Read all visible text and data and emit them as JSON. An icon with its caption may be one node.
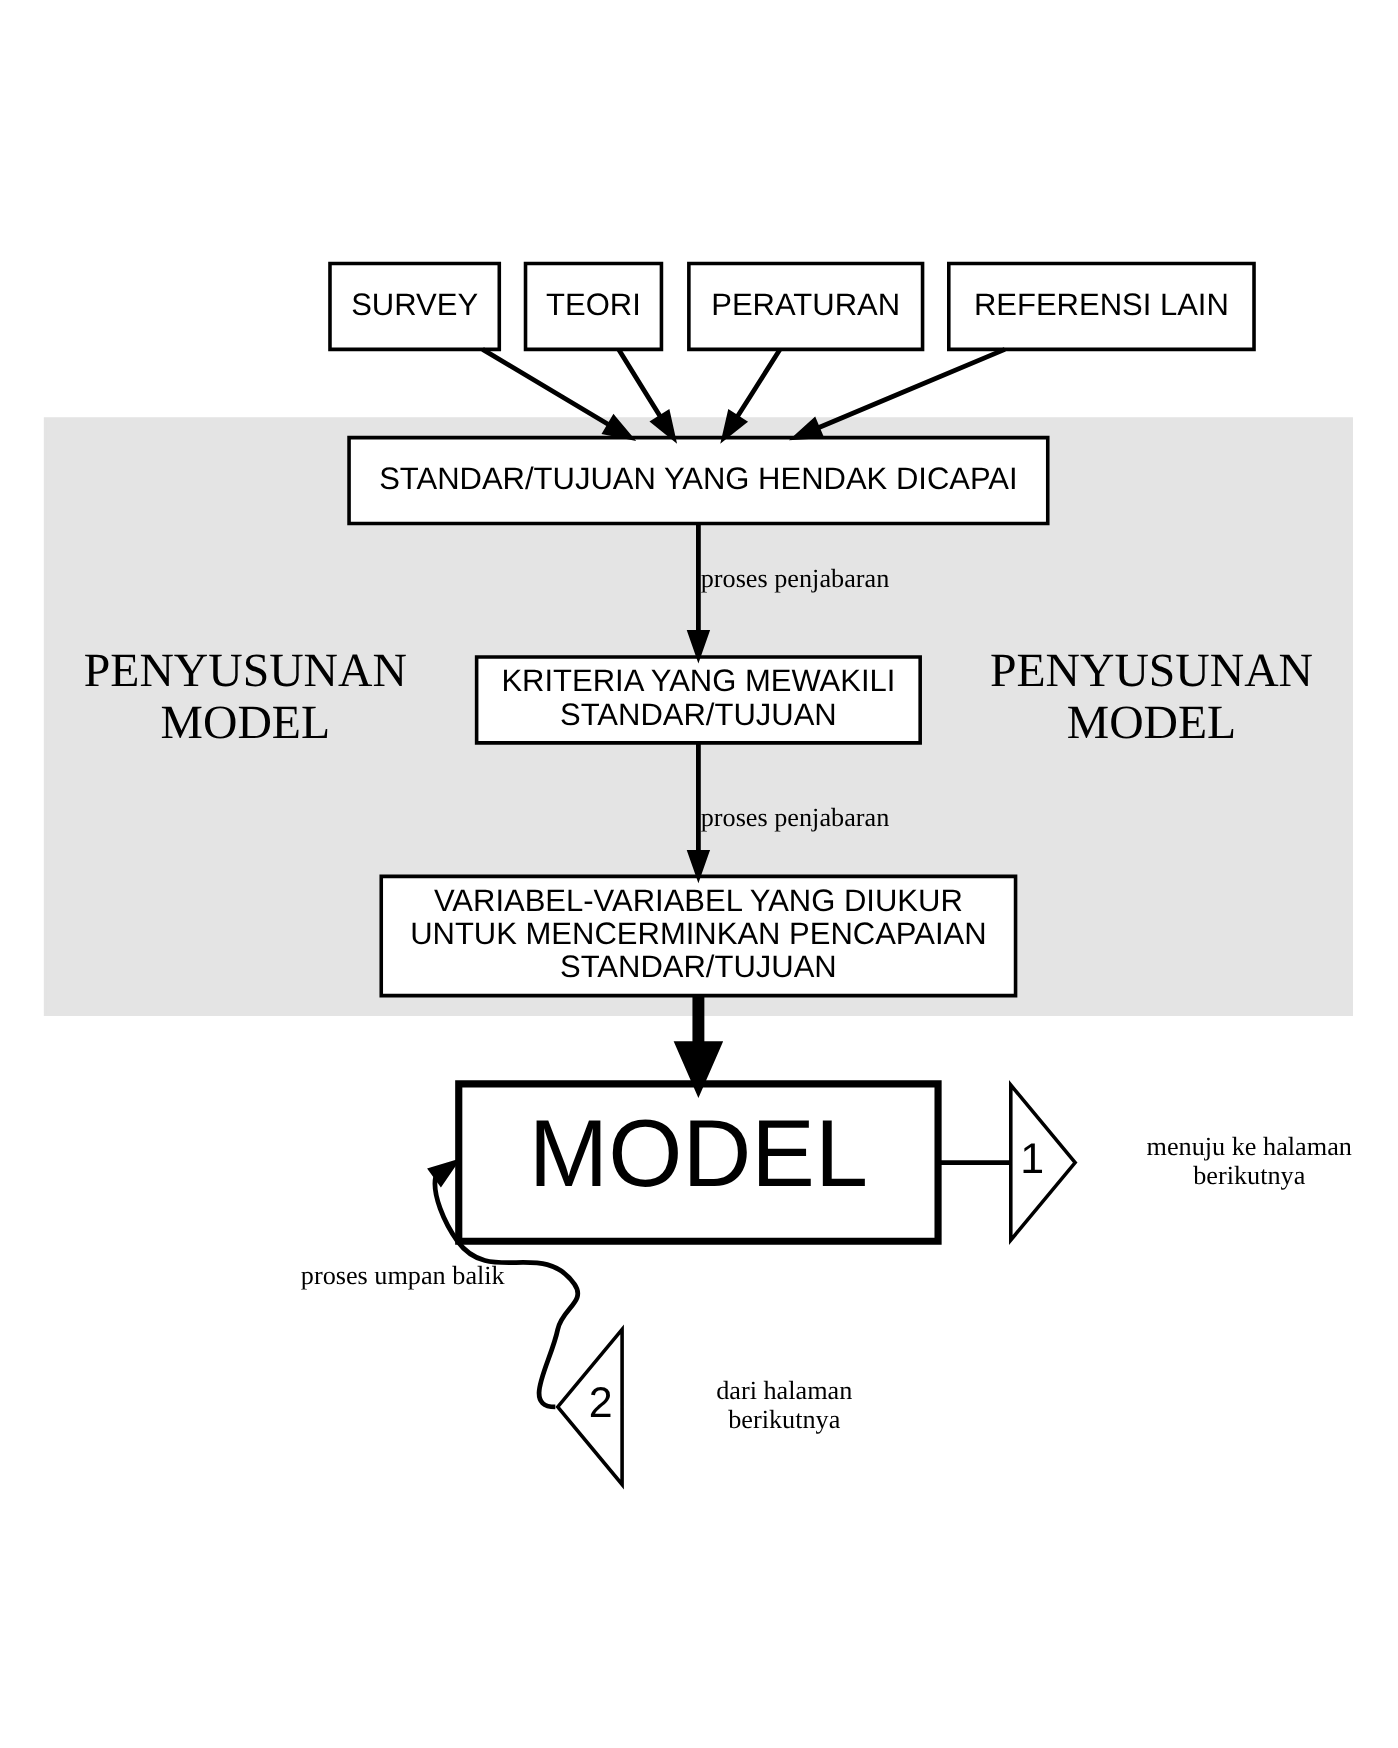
{
  "diagram": {
    "nodes": [
      {
        "text": [
          "TEORI"
        ]
      },
      {
        "text": [
          "PERATURAN"
        ]
      },
      {
        "text": [
          "SURVEY"
        ]
      },
      {
        "text": [
          "REFERENSI LAIN"
        ]
      },
      {
        "text": [
          "PENYUSUNAN MODEL",
          "PENYUSUNAN MODEL"
        ]
      },
      {
        "text": [
          "STANDAR/TUJUAN YANG HENDAK DICAPAI"
        ],
        "in": 4
      },
      {
        "text": [
          "KRITERIA YANG MEWAKILI STANDAR/TUJUAN"
        ],
        "in": 4
      },
      {
        "text": [
          "VARIABEL-VARIABEL YANG DIUKUR UNTUK MENCERMINKAN PENCAPAIAN STANDAR/TUJUAN"
        ],
        "in": 4
      },
      {
        "text": [
          "MODEL"
        ]
      },
      {
        "text": [
          "1"
        ],
        "beside": [
          "menuju ke halaman berikutnya"
        ]
      },
      {
        "text": [
          "2"
        ],
        "beside": [
          "dari halaman berikutnya"
        ]
      }
    ],
    "edges": [
      {
        "from": 0,
        "to": 5,
        "arrow": "to"
      },
      {
        "from": 1,
        "to": 5,
        "arrow": "to"
      },
      {
        "from": 2,
        "to": 5,
        "arrow": "to"
      },
      {
        "from": 3,
        "to": 5,
        "arrow": "to"
      },
      {
        "from": 5,
        "to": 6,
        "label": "proses penjabaran",
        "arrow": "to"
      },
      {
        "from": 6,
        "to": 7,
        "label": "proses penjabaran",
        "arrow": "to"
      },
      {
        "from": 7,
        "to": 8,
        "arrow": "to",
        "style": "thick"
      },
      {
        "from": 8,
        "to": 9,
        "arrow": "none"
      },
      {
        "from": 10,
        "to": 8,
        "label": "proses umpan balik",
        "arrow": "to"
      }
    ]
  }
}
